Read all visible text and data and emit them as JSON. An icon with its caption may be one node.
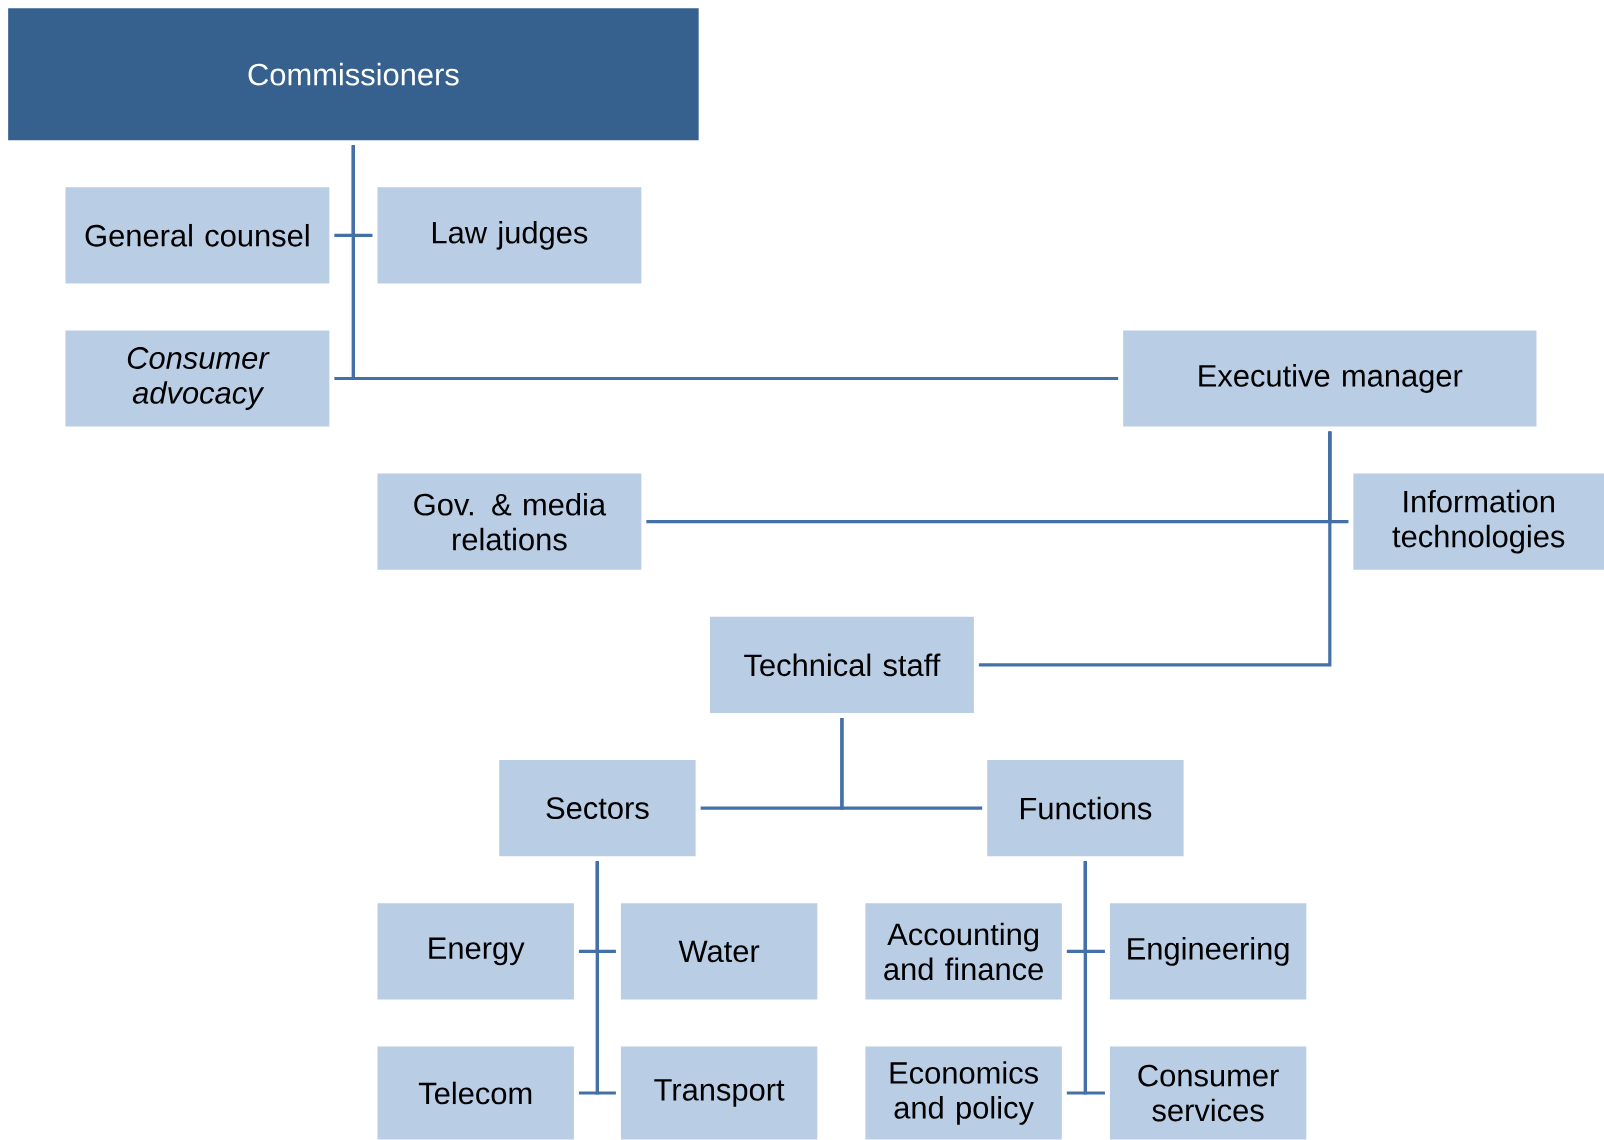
{
  "diagram": {
    "nodes": [
      {
        "text": [
          "Commissioners"
        ]
      },
      {
        "text": [
          "General counsel"
        ]
      },
      {
        "text": [
          "Law judges"
        ]
      },
      {
        "text": [
          "Consumer advocacy"
        ]
      },
      {
        "text": [
          "Executive manager"
        ]
      },
      {
        "text": [
          "Gov. & media relations"
        ]
      },
      {
        "text": [
          "Information technologies"
        ]
      },
      {
        "text": [
          "Technical staff"
        ]
      },
      {
        "text": [
          "Sectors"
        ]
      },
      {
        "text": [
          "Functions"
        ]
      },
      {
        "text": [
          "Energy"
        ]
      },
      {
        "text": [
          "Water"
        ]
      },
      {
        "text": [
          "Accounting and finance"
        ]
      },
      {
        "text": [
          "Engineering"
        ]
      },
      {
        "text": [
          "Telecom"
        ]
      },
      {
        "text": [
          "Transport"
        ]
      },
      {
        "text": [
          "Economics and policy"
        ]
      },
      {
        "text": [
          "Consumer services"
        ]
      }
    ],
    "edges": [
      {
        "from": 0,
        "to": 1,
        "arrow": "none"
      },
      {
        "from": 0,
        "to": 2,
        "arrow": "none"
      },
      {
        "from": 0,
        "to": 3,
        "arrow": "none"
      },
      {
        "from": 0,
        "to": 4,
        "arrow": "none"
      },
      {
        "from": 4,
        "to": 5,
        "arrow": "none"
      },
      {
        "from": 4,
        "to": 6,
        "arrow": "none"
      },
      {
        "from": 4,
        "to": 7,
        "arrow": "none"
      },
      {
        "from": 7,
        "to": 8,
        "arrow": "none"
      },
      {
        "from": 7,
        "to": 9,
        "arrow": "none"
      },
      {
        "from": 8,
        "to": 10,
        "arrow": "none"
      },
      {
        "from": 8,
        "to": 11,
        "arrow": "none"
      },
      {
        "from": 8,
        "to": 14,
        "arrow": "none"
      },
      {
        "from": 8,
        "to": 15,
        "arrow": "none"
      },
      {
        "from": 9,
        "to": 12,
        "arrow": "none"
      },
      {
        "from": 9,
        "to": 13,
        "arrow": "none"
      },
      {
        "from": 9,
        "to": 16,
        "arrow": "none"
      },
      {
        "from": 9,
        "to": 17,
        "arrow": "none"
      }
    ]
  }
}
